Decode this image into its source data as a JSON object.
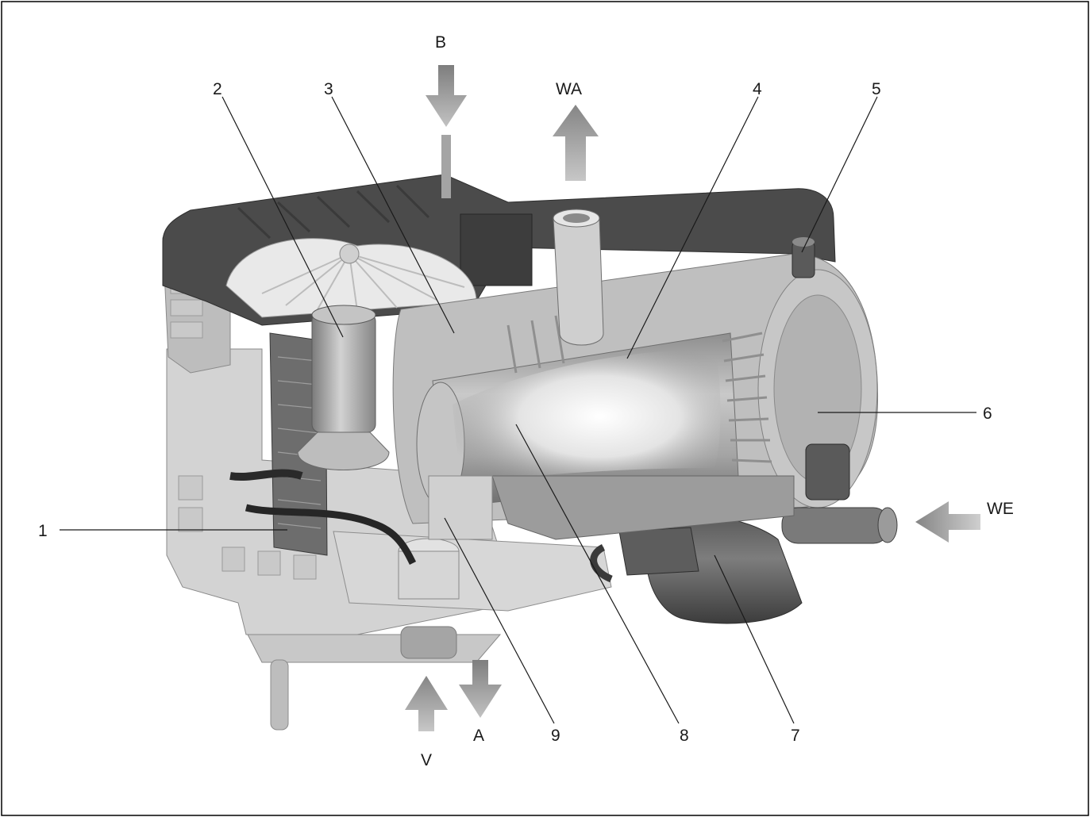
{
  "callouts": [
    {
      "id": "1",
      "text": "1"
    },
    {
      "id": "2",
      "text": "2"
    },
    {
      "id": "3",
      "text": "3"
    },
    {
      "id": "4",
      "text": "4"
    },
    {
      "id": "5",
      "text": "5"
    },
    {
      "id": "6",
      "text": "6"
    },
    {
      "id": "7",
      "text": "7"
    },
    {
      "id": "8",
      "text": "8"
    },
    {
      "id": "9",
      "text": "9"
    }
  ],
  "flows": {
    "B": "B",
    "WA": "WA",
    "WE": "WE",
    "V": "V",
    "A": "A"
  },
  "colors": {
    "border": "#000000",
    "arrow": "#8c8c8c",
    "housing_dark": "#4a4a4a",
    "metal": "#b5b5b5"
  }
}
